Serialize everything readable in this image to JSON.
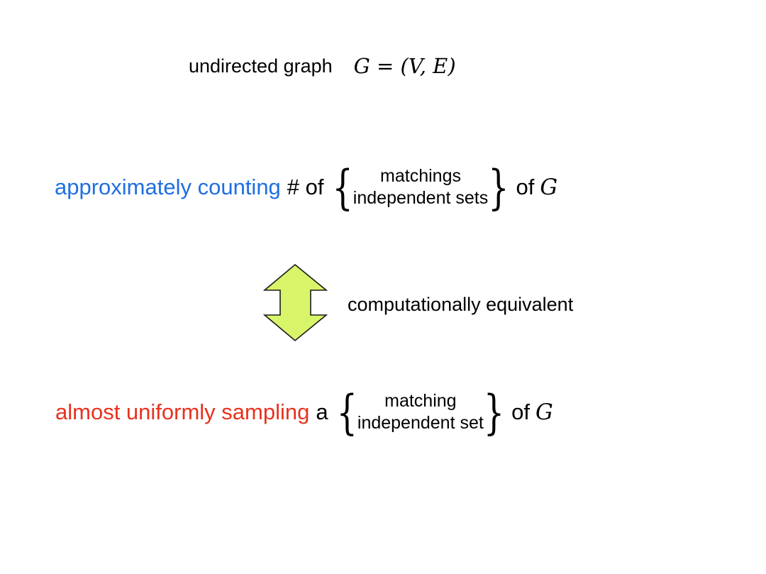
{
  "top": {
    "label": "undirected graph",
    "formula": "G = (V, E)"
  },
  "counting": {
    "highlight": "approximately counting",
    "connector": "# of",
    "options": [
      "matchings",
      "independent sets"
    ],
    "suffix": "of",
    "graph_var": "G"
  },
  "relation": {
    "label": "computationally equivalent"
  },
  "sampling": {
    "highlight": "almost uniformly sampling",
    "connector": "a",
    "options": [
      "matching",
      "independent set"
    ],
    "suffix": "of",
    "graph_var": "G"
  },
  "colors": {
    "counting": "#1f6fe0",
    "sampling": "#e8321e",
    "arrow_fill": "#d8f56a",
    "arrow_stroke": "#1a1a1a"
  },
  "icons": {
    "arrow": "double-headed-vertical-arrow"
  }
}
